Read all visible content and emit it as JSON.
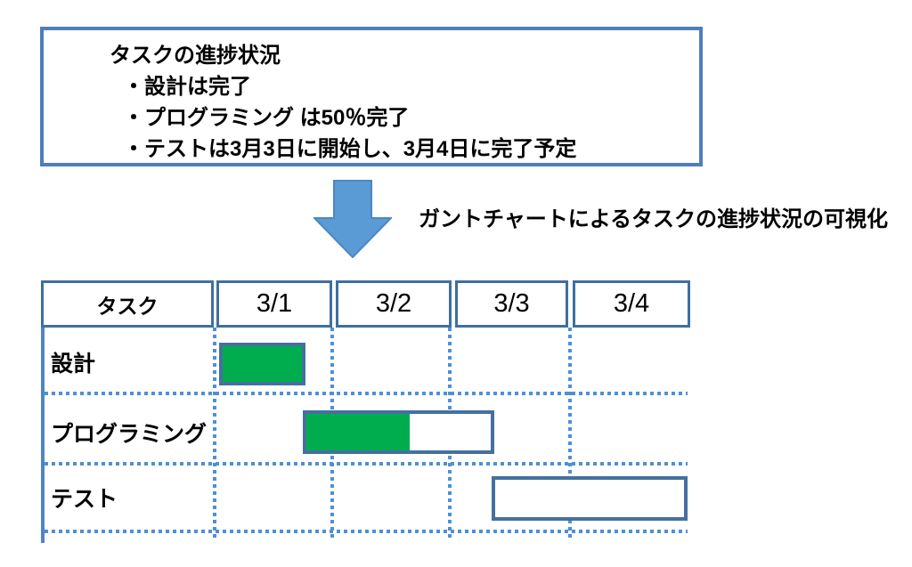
{
  "note_box": {
    "lines": [
      "タスクの進捗状況",
      "・設計は完了",
      "・プログラミング は50％完了",
      "・テストは3月3日に開始し、3月4日に完了予定"
    ]
  },
  "arrow": {
    "caption": "ガントチャートによるタスクの進捗状況の可視化"
  },
  "gantt": {
    "columns": [
      "タスク",
      "3/1",
      "3/2",
      "3/3",
      "3/4"
    ],
    "bars": [
      {
        "task": "設計",
        "left_pct": 0.9,
        "width_pct": 18.3,
        "fill_pct": 100
      },
      {
        "task": "プログラミング",
        "left_pct": 18.6,
        "width_pct": 40.5,
        "fill_pct": 56
      },
      {
        "task": "テスト",
        "left_pct": 58.6,
        "width_pct": 41.4,
        "fill_pct": 0
      }
    ]
  },
  "chart_data": {
    "type": "gantt",
    "title": "ガントチャートによるタスクの進捗状況の可視化",
    "columns": [
      "3/1",
      "3/2",
      "3/3",
      "3/4"
    ],
    "tasks": [
      {
        "name": "設計",
        "start": "3/1",
        "end": "3/1",
        "percent_complete": 100
      },
      {
        "name": "プログラミング",
        "start": "3/1",
        "end": "3/3",
        "percent_complete": 50
      },
      {
        "name": "テスト",
        "start": "3/3",
        "end": "3/4",
        "percent_complete": 0
      }
    ]
  },
  "colors": {
    "box_border": "#4d7ebc",
    "table_border": "#3f6fa0",
    "left_border": "#4f86c0",
    "dots": "#4f90d5",
    "bar_border": "#44719f",
    "green": "#00ad4e",
    "arrow_fill": "#5b9bd5",
    "arrow_stroke": "#4d87c3"
  }
}
